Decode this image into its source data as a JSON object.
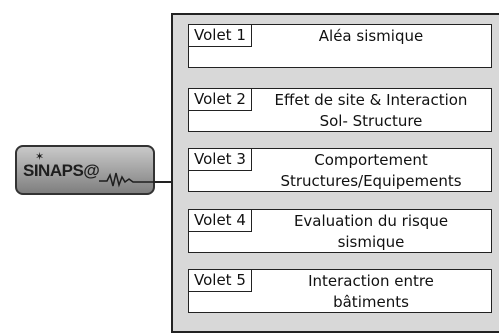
{
  "logo": {
    "text": "SINAPS@"
  },
  "volets": [
    {
      "label": "Volet 1",
      "title_line1": "Aléa sismique",
      "title_line2": ""
    },
    {
      "label": "Volet 2",
      "title_line1": "Effet de site & Interaction",
      "title_line2": "Sol- Structure"
    },
    {
      "label": "Volet 3",
      "title_line1": "Comportement",
      "title_line2": "Structures/Equipements"
    },
    {
      "label": "Volet 4",
      "title_line1": "Evaluation du risque",
      "title_line2": "sismique"
    },
    {
      "label": "Volet 5",
      "title_line1": "Interaction entre",
      "title_line2": "bâtiments"
    }
  ]
}
